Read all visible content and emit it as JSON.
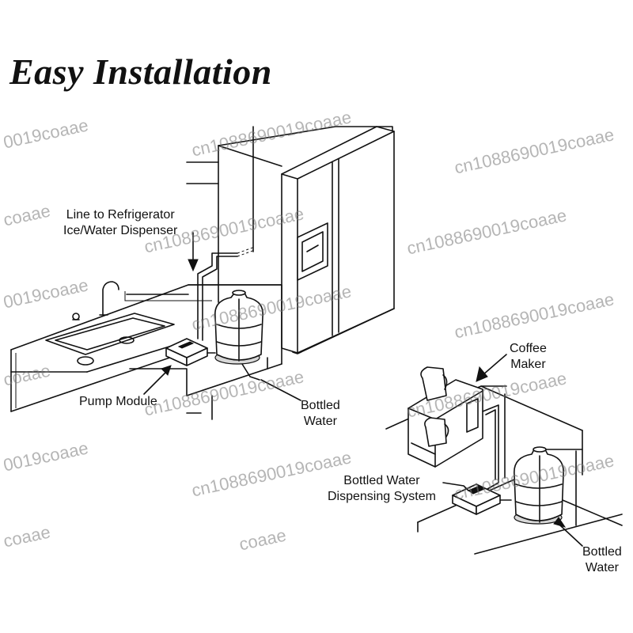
{
  "title": "Easy Installation",
  "labels": {
    "line_to_fridge_1": "Line to Refrigerator",
    "line_to_fridge_2": "Ice/Water Dispenser",
    "pump_module": "Pump Module",
    "bottled_water_main_1": "Bottled",
    "bottled_water_main_2": "Water",
    "coffee_maker_1": "Coffee",
    "coffee_maker_2": "Maker",
    "dispensing_system_1": "Bottled Water",
    "dispensing_system_2": "Dispensing System",
    "bottled_water_coffee_1": "Bottled",
    "bottled_water_coffee_2": "Water"
  },
  "watermark": {
    "text_long": "cn1088690019coaae",
    "text_left": "0019coaae",
    "text_short": "coaae"
  }
}
